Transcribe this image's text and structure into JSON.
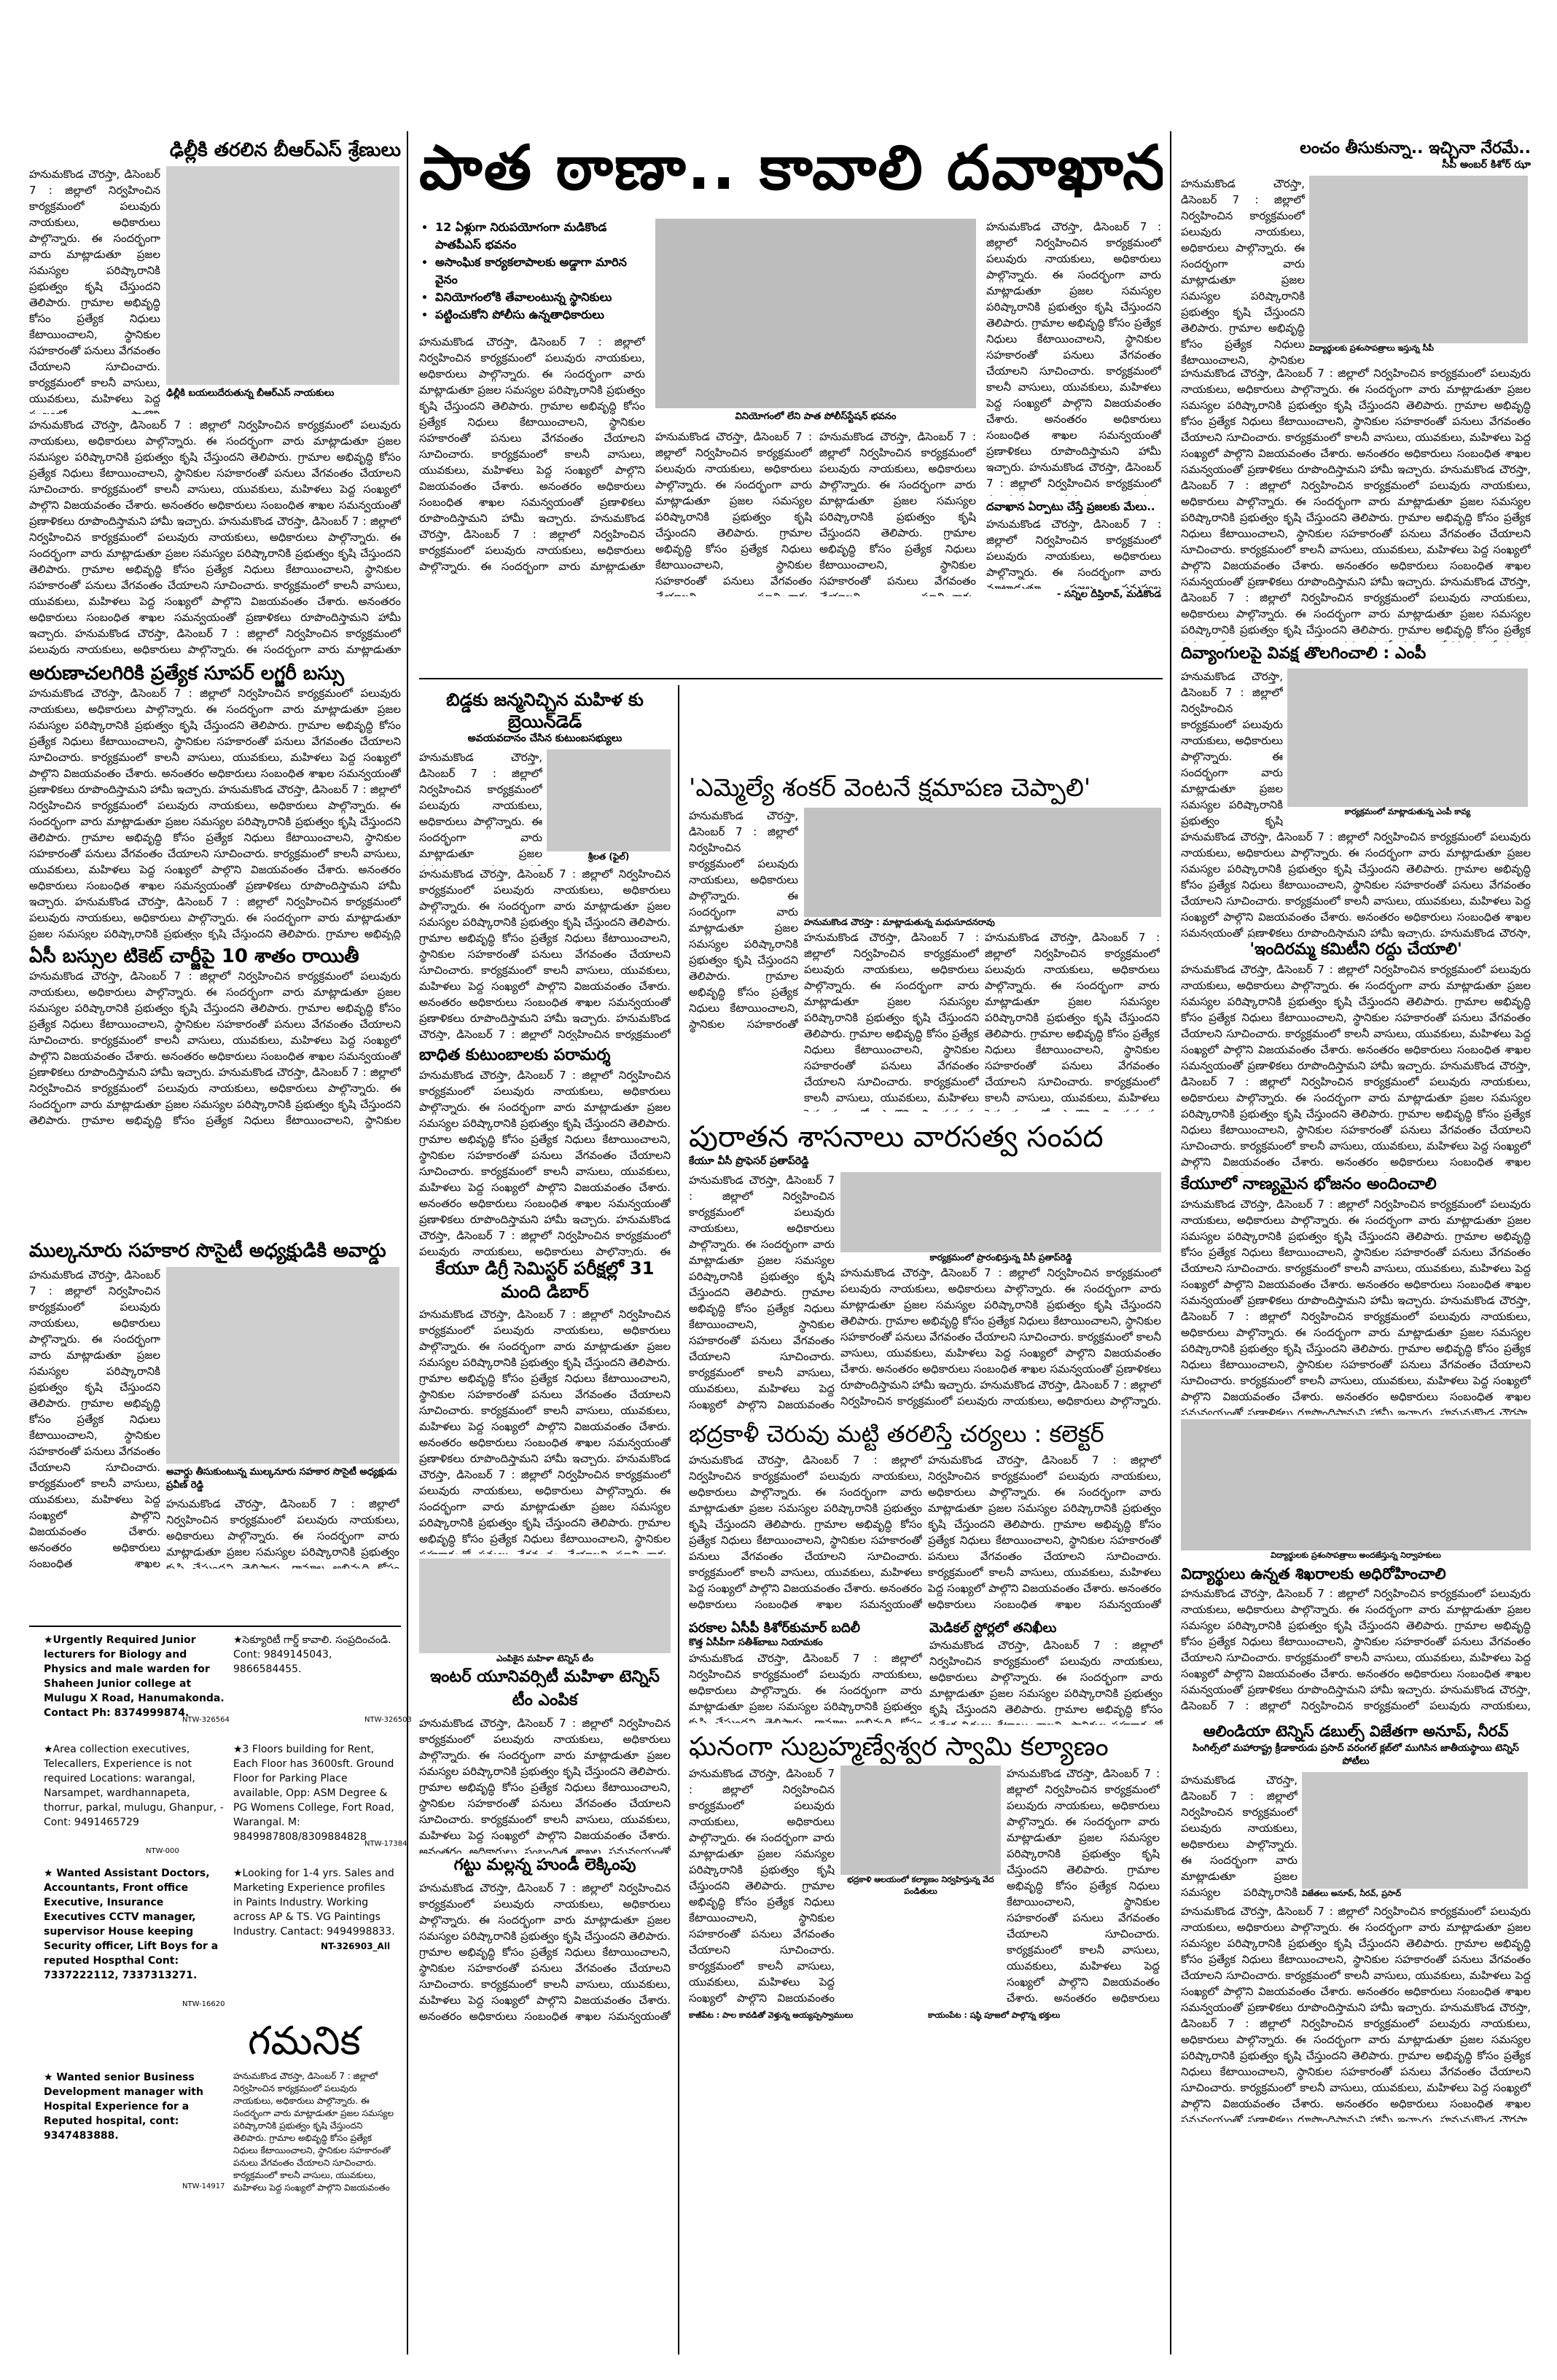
{
  "masthead": {
    "main_title": "పాత ఠాణా.. కావాలి దవాఖాన",
    "bullets": [
      "12 ఏళ్లుగా నిరుపయోగంగా మడికొండ పాతపీఎస్ భవనం",
      "అసాంఘిక కార్యకలాపాలకు అడ్డాగా మారిన వైనం",
      "వినియోగంలోకి తేవాలంటున్న స్థానికులు",
      "పట్టించుకోని పోలీసు ఉన్నతాధికారులు"
    ],
    "photo_caption": "వినియోగంలో లేని పాత పోలీస్‌స్టేషన్ భవనం",
    "subhead": "దవాఖాన ఏర్పాటు చేస్తే ప్రజలకు మేలు..",
    "byline": "- సన్నిల దీప్తిరావ్, మడికొండ"
  },
  "left": {
    "h1": "ఢిల్లీకి తరలిన బీఆర్ఎస్ శ్రేణులు",
    "h1_caption": "ఢిల్లీకి బయలుదేరుతున్న బీఆర్ఎస్ నాయకులు",
    "h2": "అరుణాచలగిరికి ప్రత్యేక సూపర్ లగ్జరీ బస్సు",
    "h3": "ఏసీ బస్సుల టికెట్ చార్జీపై 10 శాతం రాయితీ",
    "h4": "ముల్కనూరు సహకార సొసైటీ అధ్యక్షుడికి అవార్డు",
    "h4_caption": "అవార్డు తీసుకుంటున్న ముల్కనూరు సహకార సొసైటీ అధ్యక్షుడు ప్రవీణ్ రెడ్డి"
  },
  "ads": [
    "★Urgently Required Junior lecturers for Biology and Physics and male warden for Shaheen Junior college at Mulugu X Road, Hanumakonda. Contact Ph: 8374999874.",
    "★సెక్యూరిటీ గార్డ్ కావాలి. సంప్రదించండి. Cont: 9849145043, 9866584455.",
    "★Area collection executives, Telecallers, Experience is not required Locations: warangal, Narsampet, wardhannapeta, thorrur, parkal, mulugu, Ghanpur, -Cont: 9491465729",
    "★3 Floors building for Rent, Each Floor has 3600sft. Ground Floor for Parking Place available, Opp: ASM Degree & PG Womens College, Fort Road, Warangal. M: 9849987808/8309884828",
    "★ Wanted Assistant Doctors, Accountants, Front office Executive, Insurance Executives CCTV manager, supervisor House keeping Security officer, Lift Boys for a reputed Hospthal Cont: 7337222112, 7337313271.",
    "★Looking for 1-4 yrs. Sales and Marketing Experience profiles in Paints Industry. Working across AP & TS. VG Paintings Industry. Cantact: 9494998833.",
    "★ Wanted senior Business Development manager with Hospital Experience for a Reputed hospital, cont: 9347483888."
  ],
  "ad_codes": [
    "NTW-326564",
    "NTW-326503",
    "NTW-000",
    "NTW-17384",
    "NT-326903_All",
    "NTW-16620",
    "NTW-14917"
  ],
  "notice_title": "గమనిక",
  "center": {
    "h1": "బిడ్డకు జన్మనిచ్చిన మహిళ కు బ్రెయిన్‌డెడ్",
    "h1_sub": "అవయవదానం చేసిన కుటుంబసభ్యులు",
    "h1_caption": "శ్రీలత (ఫైల్)",
    "h2": "బాధిత కుటుంబాలకు పరామర్శ",
    "h3": "కేయూ డిగ్రీ సెమిస్టర్ పరీక్షల్లో 31 మంది డిబార్",
    "h4_small": "ఎంపికైన మహిళా టెన్నిస్ టీం",
    "h4": "ఇంటర్ యూనివర్సిటీ మహిళా టెన్నిస్ టీం ఎంపిక",
    "h5": "గట్టు మల్లన్న హుండీ లెక్కింపు",
    "m1": "'ఎమ్మెల్యే శంకర్ వెంటనే క్షమాపణ చెప్పాలి'",
    "m1_caption": "హనుమకొండ చౌరస్తా : మాట్లాడుతున్న మధుసూదనరావు",
    "m2": "పురాతన శాసనాలు వారసత్వ సంపద",
    "m2_sub": "కేయూ వీసీ ప్రొఫెసర్ ప్రతాప్‌రెడ్డి",
    "m2_caption": "కార్యక్రమంలో ప్రారంభిస్తున్న వీసీ ప్రతాప్‌రెడ్డి",
    "m3": "భద్రకాళీ చెరువు మట్టి తరలిస్తే చర్యలు : కలెక్టర్",
    "m4": "పరకాల ఏసీపీ కిశోర్‌కుమార్ బదిలీ",
    "m4_sub": "కొత్త ఏసీపీగా సతీశ్‌బాబు నియామకం",
    "m5": "మెడికల్ స్టోర్లలో తనిఖీలు",
    "m6": "ఘనంగా సుబ్రహ్మణ్వేశ్వర స్వామి కల్యాణం",
    "m6_caption": "భద్రకాళి ఆలయంలో కల్యాణం నిర్వహిస్తున్న వేద పండితులు",
    "m6_caption2": "కాజీపేట : పాల కావడితో వెళ్తున్న అయ్యప్పస్వాములు",
    "m6_caption3": "కాయంపేట : షష్ఠి పూజలో పాల్గొన్న భక్తులు"
  },
  "right": {
    "h1": "లంచం తీసుకున్నా.. ఇచ్చినా నేరమే..",
    "h1_sub": "సీపీ అంబర్ కిశోర్ ఝా",
    "h1_caption": "విద్యార్థులకు ప్రశంసాపత్రాలు ఇస్తున్న సీపీ",
    "h2": "దివ్యాంగులపై వివక్ష తొలగించాలి : ఎంపీ",
    "h2_caption": "కార్యక్రమంలో మాట్లాడుతున్న ఎంపీ కావ్య",
    "h3": "'ఇందిరమ్మ కమిటీని రద్దు చేయాలి'",
    "h4": "కేయూలో నాణ్యమైన భోజనం అందించాలి",
    "h5_caption": "విద్యార్థులకు ప్రశంసాపత్రాలు అందజేస్తున్న నిర్వాహకులు",
    "h5": "విద్యార్థులు ఉన్నత శిఖరాలకు అధిరోహించాలి",
    "h6": "ఆలిండియా టెన్నిస్ డబుల్స్ విజేతగా అనూప్, నీరవ్",
    "h6_sub": "సింగిల్స్‌లో మహారాష్ట్ర క్రీడాకారుడు ప్రసాద్ వరంగల్ క్లబ్‌లో ముగిసిన జాతీయస్థాయి టెన్నిస్ పోటీలు",
    "h6_caption": "విజేతలు అనూప్, నీరవ్, ప్రసాద్"
  },
  "filler": "హనుమకొండ చౌరస్తా, డిసెంబర్ 7 : జిల్లాలో నిర్వహించిన కార్యక్రమంలో పలువురు నాయకులు, అధికారులు పాల్గొన్నారు. ఈ సందర్భంగా వారు మాట్లాడుతూ ప్రజల సమస్యల పరిష్కారానికి ప్రభుత్వం కృషి చేస్తుందని తెలిపారు. గ్రామాల అభివృద్ధి కోసం ప్రత్యేక నిధులు కేటాయించాలని, స్థానికుల సహకారంతో పనులు వేగవంతం చేయాలని సూచించారు. కార్యక్రమంలో కాలనీ వాసులు, యువకులు, మహిళలు పెద్ద సంఖ్యలో పాల్గొని విజయవంతం చేశారు. అనంతరం అధికారులు సంబంధిత శాఖల సమన్వయంతో ప్రణాళికలు రూపొందిస్తామని హామీ ఇచ్చారు. "
}
